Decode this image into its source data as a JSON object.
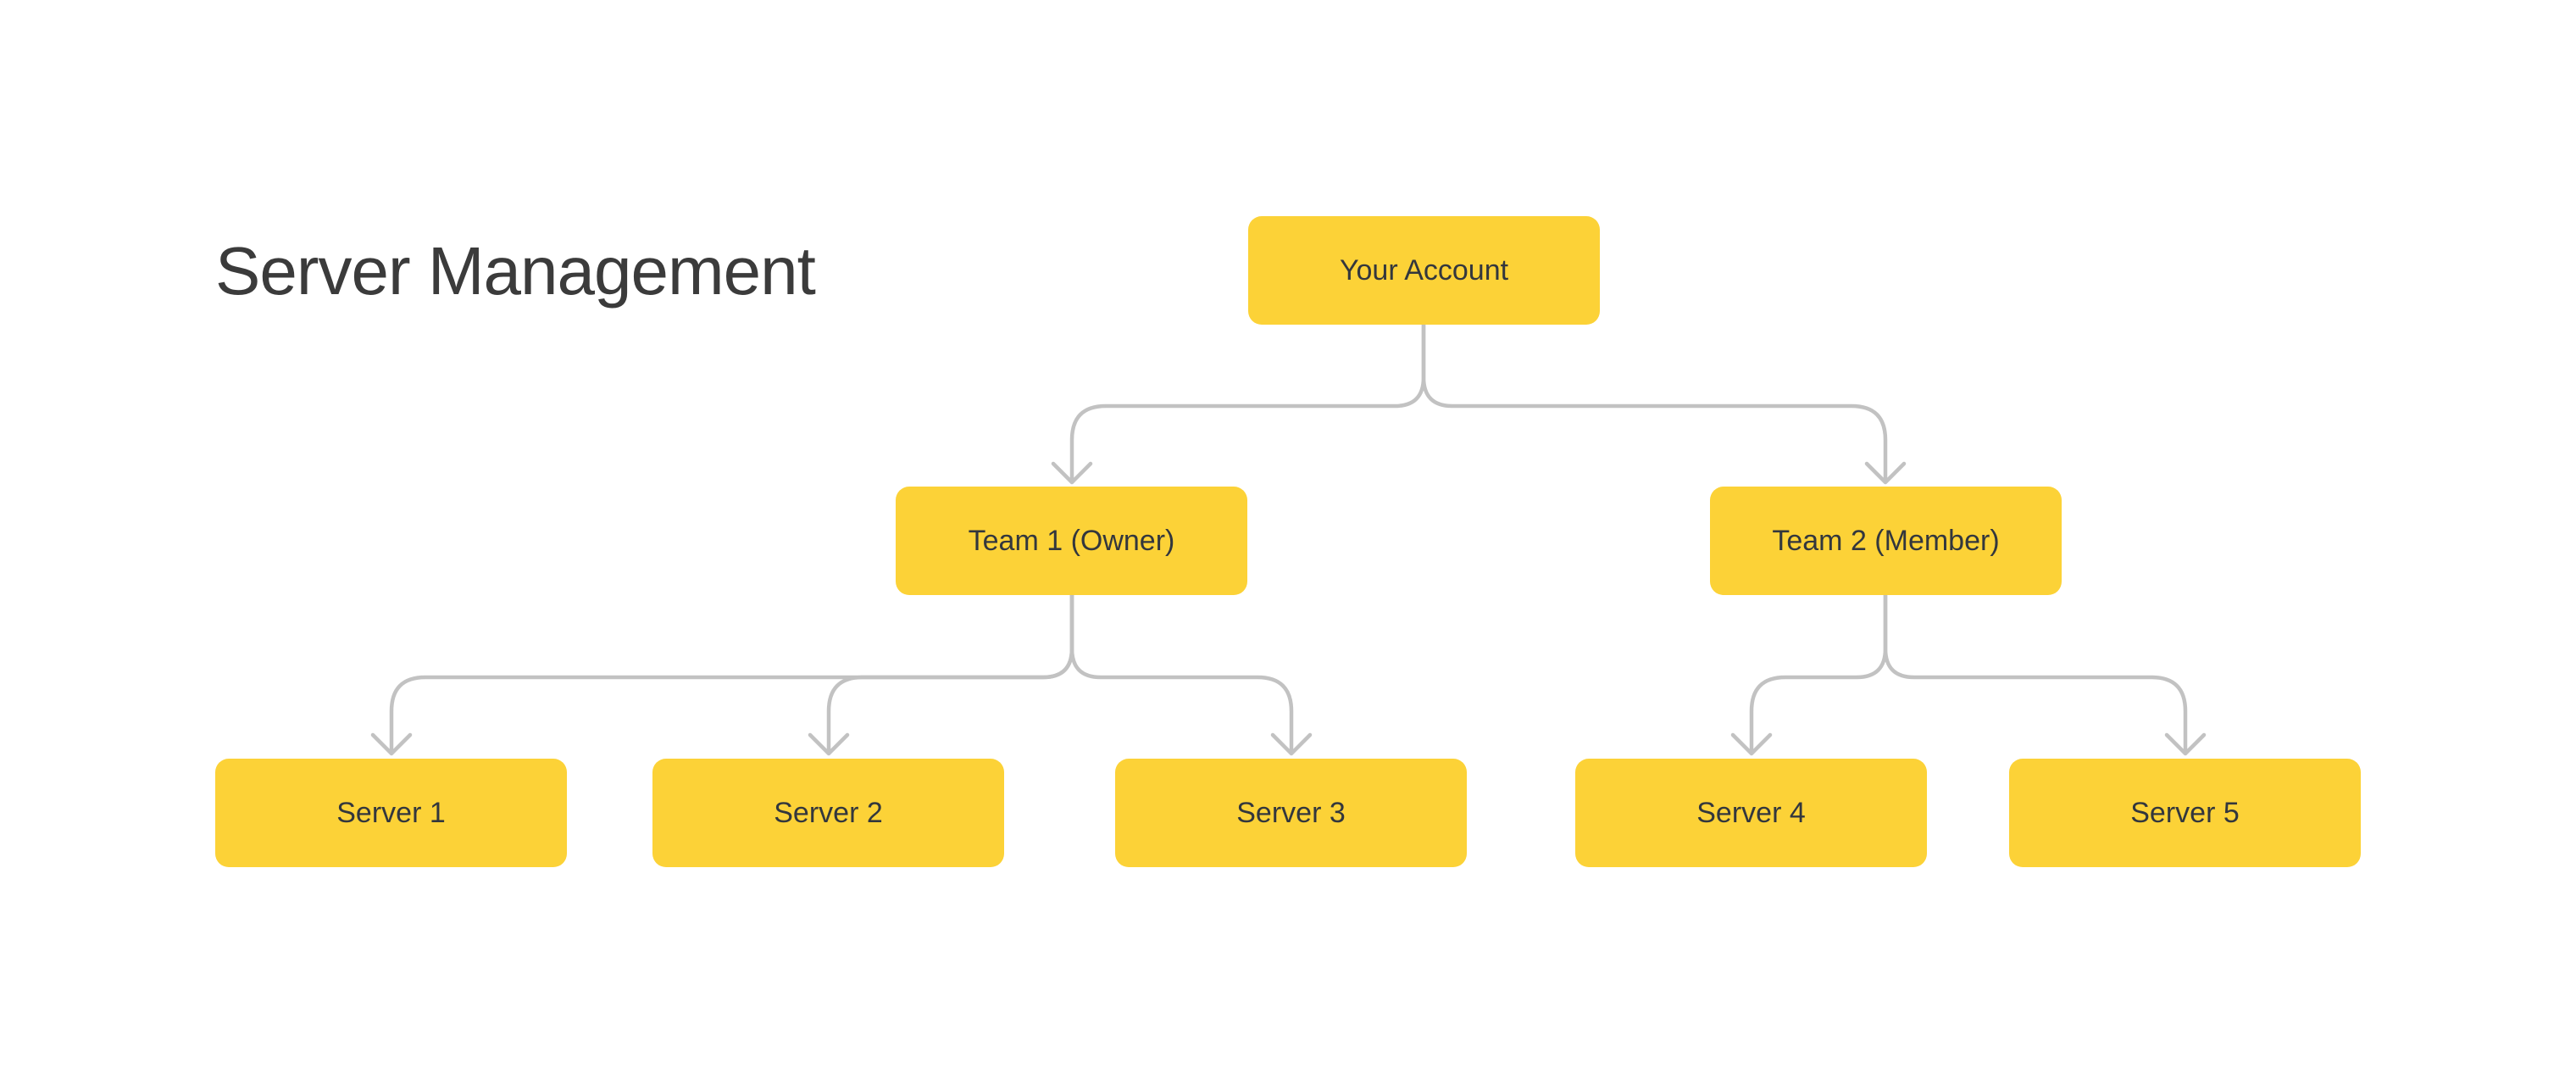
{
  "page": {
    "title": "Server Management",
    "background_color": "#ffffff"
  },
  "diagram": {
    "type": "tree",
    "colors": {
      "node_fill": "#FCD237",
      "node_text": "#33373D",
      "title_text": "#3B3B3B",
      "connector": "#C2C2C2"
    },
    "nodes": {
      "account": {
        "label": "Your Account"
      },
      "team1": {
        "label": "Team 1 (Owner)"
      },
      "team2": {
        "label": "Team 2 (Member)"
      },
      "server1": {
        "label": "Server 1"
      },
      "server2": {
        "label": "Server 2"
      },
      "server3": {
        "label": "Server 3"
      },
      "server4": {
        "label": "Server 4"
      },
      "server5": {
        "label": "Server 5"
      }
    },
    "edges": [
      {
        "from": "account",
        "to": "team1"
      },
      {
        "from": "account",
        "to": "team2"
      },
      {
        "from": "team1",
        "to": "server1"
      },
      {
        "from": "team1",
        "to": "server2"
      },
      {
        "from": "team1",
        "to": "server3"
      },
      {
        "from": "team2",
        "to": "server4"
      },
      {
        "from": "team2",
        "to": "server5"
      }
    ]
  }
}
